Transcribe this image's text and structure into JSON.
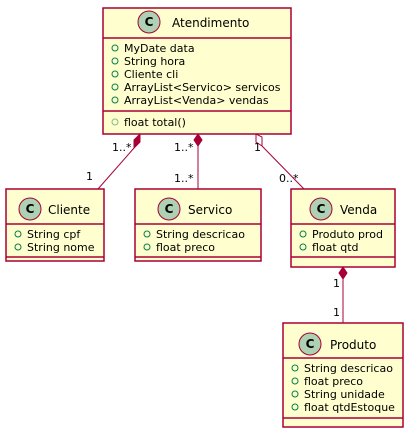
{
  "classes": {
    "atendimento": {
      "name": "Atendimento",
      "badge": "C",
      "attributes": [
        "MyDate data",
        "String hora",
        "Cliente cli",
        "ArrayList<Servico> servicos",
        "ArrayList<Venda> vendas"
      ],
      "methods": [
        "float total()"
      ]
    },
    "cliente": {
      "name": "Cliente",
      "badge": "C",
      "attributes": [
        "String cpf",
        "String nome"
      ],
      "methods": []
    },
    "servico": {
      "name": "Servico",
      "badge": "C",
      "attributes": [
        "String descricao",
        "float preco"
      ],
      "methods": []
    },
    "venda": {
      "name": "Venda",
      "badge": "C",
      "attributes": [
        "Produto prod",
        "float qtd"
      ],
      "methods": []
    },
    "produto": {
      "name": "Produto",
      "badge": "C",
      "attributes": [
        "String descricao",
        "float preco",
        "String unidade",
        "float qtdEstoque"
      ],
      "methods": []
    }
  },
  "relations": {
    "atendimento_cliente": {
      "type": "composition",
      "source_mult": "1..*",
      "target_mult": "1"
    },
    "atendimento_servico": {
      "type": "composition",
      "source_mult": "1..*",
      "target_mult": "1..*"
    },
    "atendimento_venda": {
      "type": "aggregation",
      "source_mult": "1",
      "target_mult": "0..*"
    },
    "venda_produto": {
      "type": "composition",
      "source_mult": "1",
      "target_mult": "1"
    }
  },
  "colors": {
    "box_fill": "#FEFECE",
    "border": "#A80036",
    "badge_fill": "#ADD1B2",
    "public_marker": "#038048",
    "public_method_marker": "#84BE84"
  }
}
